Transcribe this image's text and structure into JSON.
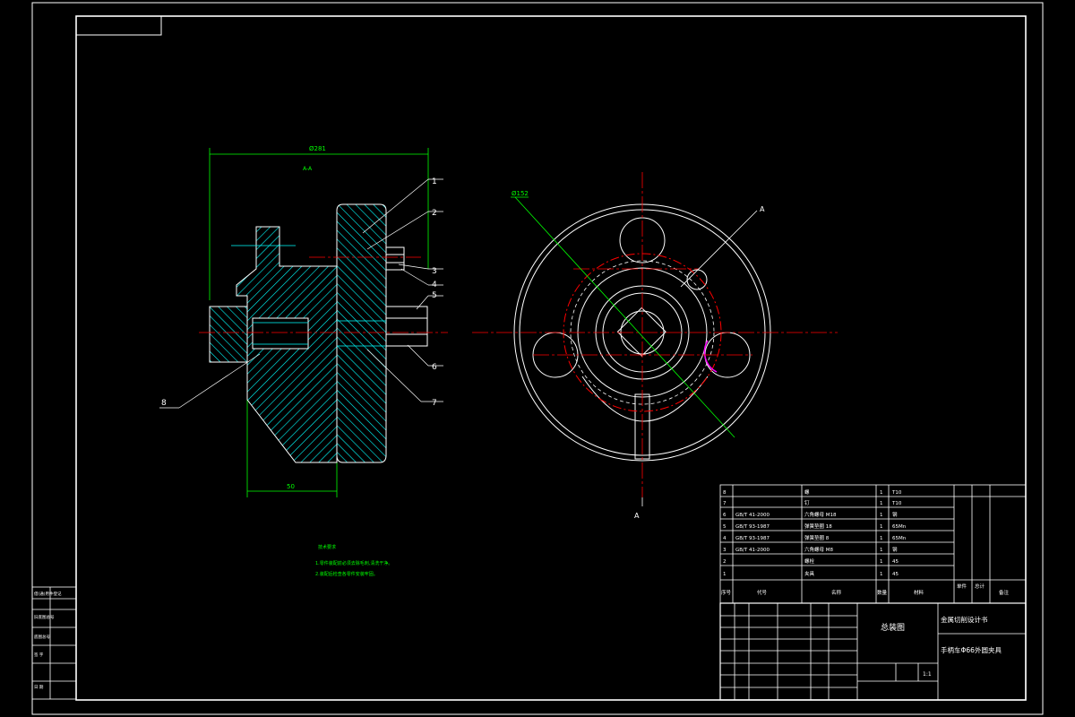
{
  "colors": {
    "background": "#000000",
    "frame": "#ffffff",
    "dimension": "#00ff00",
    "centerline": "#ff0000",
    "auxiliary": "#00ffff",
    "notes": "#00ff00",
    "circle_accent": "#ff00ff"
  },
  "side_view": {
    "section_label": "A-A",
    "dim_top": "Ø281",
    "dim_bottom": "50",
    "callouts": [
      "1",
      "2",
      "3",
      "4",
      "5",
      "6",
      "7",
      "8"
    ]
  },
  "front_view": {
    "dim_label": "Ø152",
    "cut_label_top": "A",
    "cut_label_bottom": "A"
  },
  "notes": {
    "title": "技术要求",
    "lines": [
      "1.零件装配前必须去除毛刺,清洗干净。",
      "2.装配后检查各零件安装牢固。"
    ]
  },
  "bom": {
    "rows": [
      {
        "no": "8",
        "code": "",
        "name": "螺",
        "qty": "1",
        "mat": "T10"
      },
      {
        "no": "7",
        "code": "",
        "name": "钉",
        "qty": "1",
        "mat": "T10"
      },
      {
        "no": "6",
        "code": "GB/T 41-2000",
        "name": "六角螺母 M18",
        "qty": "1",
        "mat": "钢"
      },
      {
        "no": "5",
        "code": "GB/T 93-1987",
        "name": "弹簧垫圈 18",
        "qty": "1",
        "mat": "65Mn"
      },
      {
        "no": "4",
        "code": "GB/T 93-1987",
        "name": "弹簧垫圈 8",
        "qty": "1",
        "mat": "65Mn"
      },
      {
        "no": "3",
        "code": "GB/T 41-2000",
        "name": "六角螺母 M8",
        "qty": "1",
        "mat": "钢"
      },
      {
        "no": "2",
        "code": "",
        "name": "螺栓",
        "qty": "1",
        "mat": "45"
      },
      {
        "no": "1",
        "code": "",
        "name": "夹具",
        "qty": "1",
        "mat": "45"
      }
    ],
    "header": {
      "no": "序号",
      "code": "代号",
      "name": "名称",
      "qty": "数量",
      "mat": "材料",
      "weight": "单件",
      "total": "总计",
      "note": "备注"
    }
  },
  "title_block": {
    "drawing_name": "总装图",
    "school": "金属切削设计书",
    "part_title": "手柄车Φ66外圆夹具",
    "scale": "1:1"
  },
  "left_strip": {
    "lines": [
      "借(通)用件登记",
      "旧底图总号",
      "底图总号",
      "签 字",
      "日 期"
    ]
  }
}
